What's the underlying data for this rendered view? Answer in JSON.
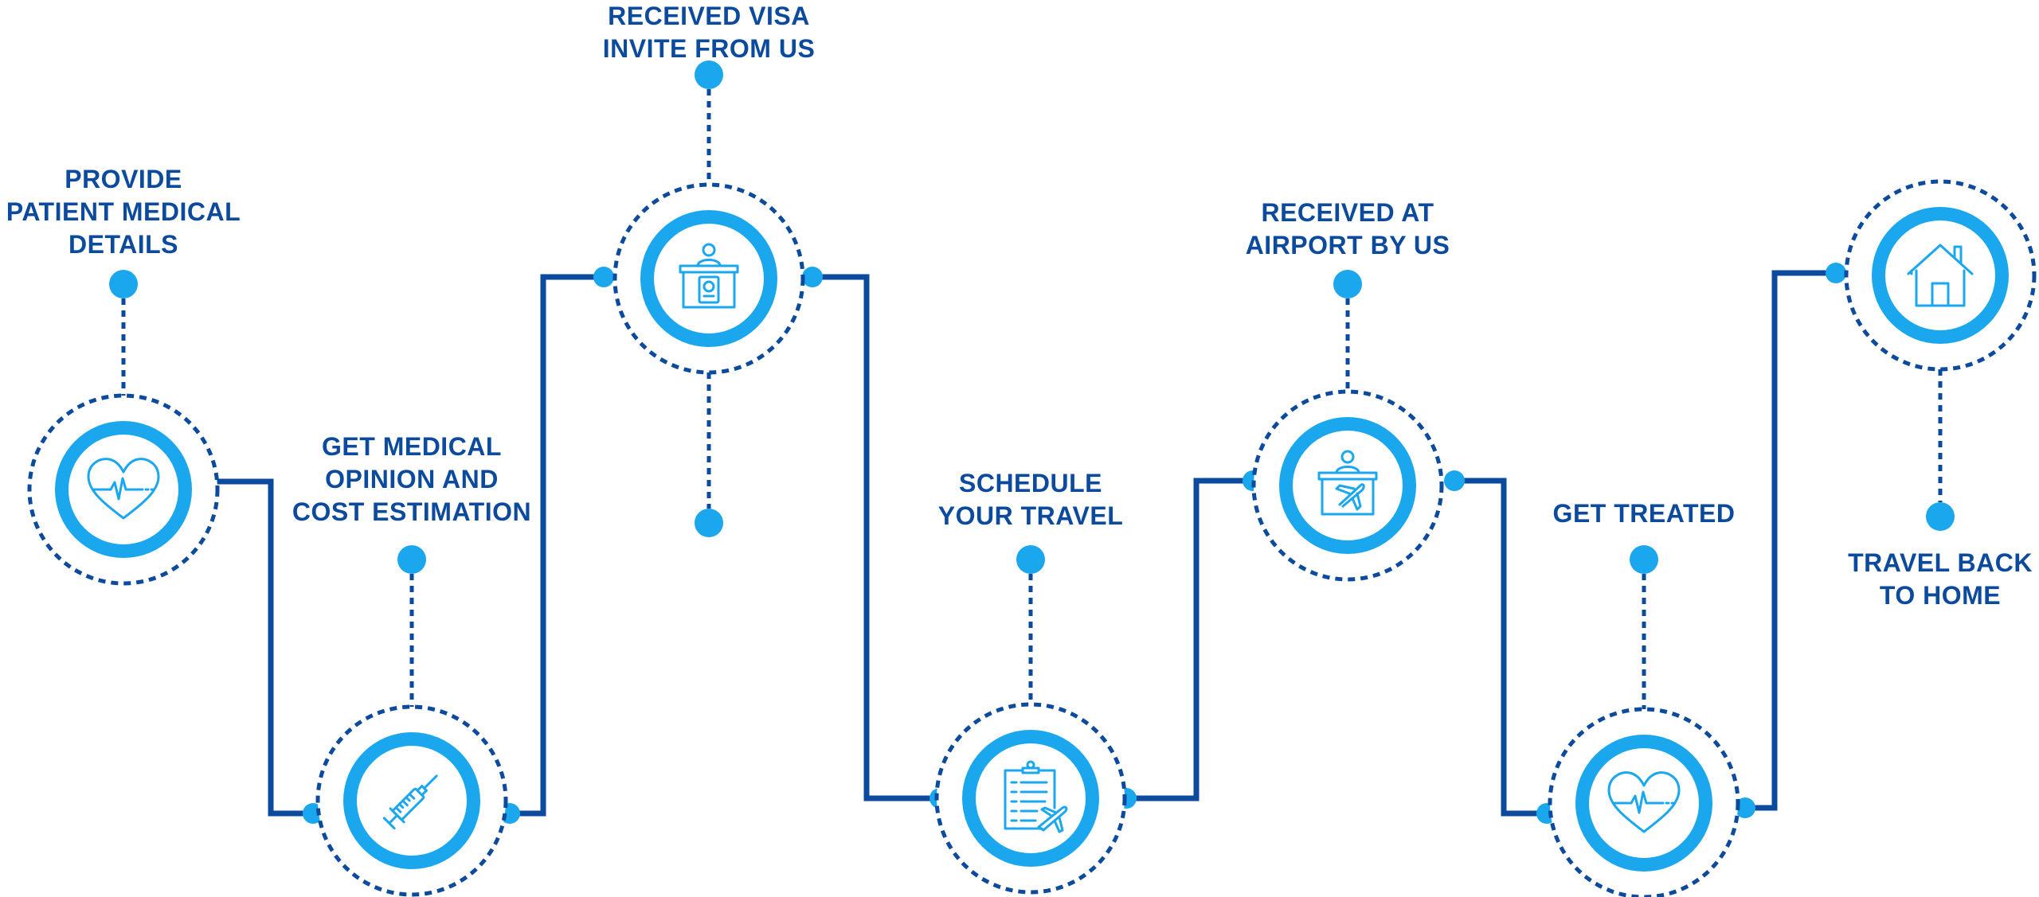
{
  "colors": {
    "path": "#0b4a9c",
    "dots": "#1aa7ee",
    "text": "#0b4a9c",
    "icon": "#1aa7ee",
    "ring": "#1aa7ee",
    "dashed": "#0b4a9c"
  },
  "steps": [
    {
      "icon": "heart-pulse-icon",
      "label_lines": [
        "PROVIDE",
        "PATIENT MEDICAL",
        "DETAILS"
      ]
    },
    {
      "icon": "syringe-icon",
      "label_lines": [
        "GET MEDICAL",
        "OPINION AND",
        "COST ESTIMATION"
      ]
    },
    {
      "icon": "visa-desk-icon",
      "label_lines": [
        "RECEIVED VISA",
        "INVITE FROM US"
      ]
    },
    {
      "icon": "travel-checklist-icon",
      "label_lines": [
        "SCHEDULE",
        "YOUR TRAVEL"
      ]
    },
    {
      "icon": "airport-desk-icon",
      "label_lines": [
        "RECEIVED AT",
        "AIRPORT BY US"
      ]
    },
    {
      "icon": "heart-pulse-icon",
      "label_lines": [
        "GET TREATED"
      ]
    },
    {
      "icon": "home-icon",
      "label_lines": [
        "TRAVEL BACK",
        "TO HOME"
      ]
    }
  ]
}
